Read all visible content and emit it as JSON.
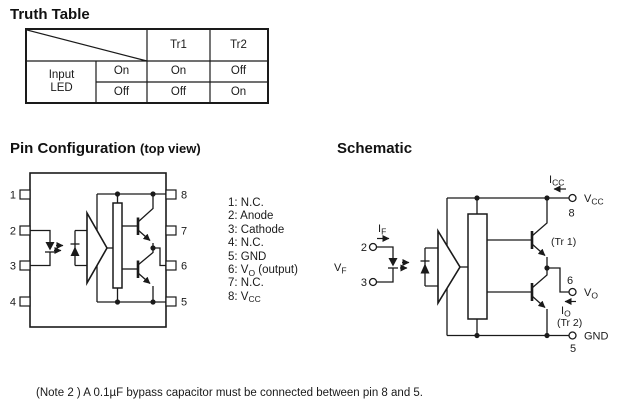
{
  "page": {
    "bg": "#ffffff",
    "ink": "#1a1a1a"
  },
  "truth_table": {
    "title": "Truth Table",
    "col_headers": [
      "Tr1",
      "Tr2"
    ],
    "row_header": {
      "line1": "Input",
      "line2": "LED"
    },
    "rows": [
      {
        "input": "On",
        "tr1": "On",
        "tr2": "Off"
      },
      {
        "input": "Off",
        "tr1": "Off",
        "tr2": "On"
      }
    ]
  },
  "pin_config": {
    "title": "Pin Configuration",
    "title_suffix": "(top view)",
    "left_pin_numbers": [
      "1",
      "2",
      "3",
      "4"
    ],
    "right_pin_numbers": [
      "8",
      "7",
      "6",
      "5"
    ],
    "pin_list": [
      {
        "main": "1: N.C."
      },
      {
        "main": "2: Anode"
      },
      {
        "main": "3: Cathode"
      },
      {
        "main": "4: N.C."
      },
      {
        "main": "5: GND"
      },
      {
        "main": "6: V",
        "sub": "O",
        "rest": " (output)"
      },
      {
        "main": "7: N.C."
      },
      {
        "main": "8: V",
        "sub": "CC"
      }
    ]
  },
  "schematic": {
    "title": "Schematic",
    "labels": {
      "icc": {
        "main": "I",
        "sub": "CC"
      },
      "vcc": {
        "main": "V",
        "sub": "CC"
      },
      "pin8": "8",
      "if": {
        "main": "I",
        "sub": "F"
      },
      "vf": {
        "main": "V",
        "sub": "F"
      },
      "pin2": "2",
      "pin3": "3",
      "tr1": "(Tr 1)",
      "pin6": "6",
      "vo": {
        "main": "V",
        "sub": "O"
      },
      "io": {
        "main": "I",
        "sub": "O"
      },
      "tr2": "(Tr 2)",
      "gnd": "GND",
      "pin5": "5"
    }
  },
  "note": "(Note 2 ) A 0.1µF bypass capacitor must be connected between pin 8 and 5."
}
